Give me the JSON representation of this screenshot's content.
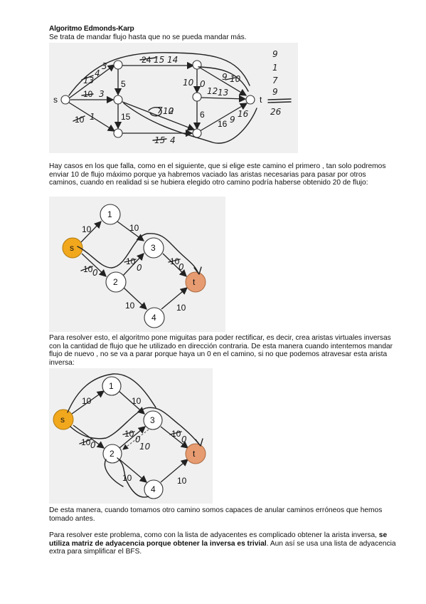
{
  "title": "Algoritmo Edmonds-Karp",
  "intro": "Se trata de mandar flujo hasta que no se pueda mandar más.",
  "fig1": {
    "source": "s",
    "sink": "t",
    "capacities": [
      "5",
      "24",
      "10",
      "15",
      "6",
      "16",
      "10"
    ],
    "handwritten": [
      "13",
      "4",
      "3",
      "15",
      "14",
      "10",
      "3",
      "1",
      "2",
      "9",
      "10",
      "12",
      "13",
      "0",
      "7",
      "10",
      "15",
      "4",
      "9",
      "16"
    ],
    "sum_column": [
      "9",
      "1",
      "7",
      "9"
    ],
    "total": "26"
  },
  "para1": "Hay casos en los que falla, como en el siguiente, que si elige este camino el primero , tan solo podremos enviar 10 de flujo máximo porque ya habremos vaciado las aristas necesarias para pasar por otros caminos, cuando en realidad si se hubiera elegido otro camino podría haberse obtenido 20 de flujo:",
  "fig2": {
    "nodes": [
      "s",
      "1",
      "2",
      "3",
      "4",
      "t"
    ],
    "edge_labels": [
      "10",
      "10",
      "10",
      "10",
      "10",
      "10",
      "10"
    ],
    "handwritten": [
      "0",
      "0",
      "0"
    ]
  },
  "para2": "Para resolver esto, el algoritmo pone miguitas para poder rectificar, es decir, crea aristas virtuales inversas con la cantidad de flujo que he utilizado en dirección contraria. De esta manera cuando intentemos mandar flujo de nuevo , no se va a parar porque haya un 0 en el camino, si no que podemos atravesar esta arista inversa:",
  "fig3": {
    "nodes": [
      "s",
      "1",
      "2",
      "3",
      "4",
      "t"
    ],
    "edge_labels": [
      "10",
      "10",
      "10",
      "10",
      "10",
      "10",
      "10"
    ],
    "handwritten": [
      "0",
      "0",
      "0",
      "10"
    ]
  },
  "para3": "De esta  manera, cuando tomamos otro camino somos capaces de anular caminos erróneos que hemos tomado antes.",
  "para4": {
    "before": "Para resolver este problema, como con la lista de adyacentes es complicado obtener la arista inversa,",
    "bold": "se utiliza matriz de adyacencia porque obtener la inversa es trivial",
    "after": ". Aun así se usa una lista de adyacencia extra para simplificar el BFS."
  },
  "colors": {
    "source_node": "#f2a81d",
    "sink_node": "#e79b70",
    "panel": "#f0f0f0"
  }
}
